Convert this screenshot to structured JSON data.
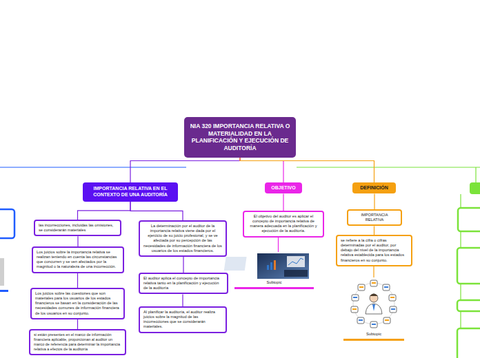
{
  "diagram": {
    "nodes": [
      {
        "text": [
          "NIA 320 IMPORTANCIA RELATIVA O MATERIALIDAD EN LA PLANIFICACIÓN Y EJECUCIÓN DE AUDITORÍA"
        ]
      },
      {
        "text": [
          "IMPORTANCIA RELATIVA EN EL CONTEXTO DE UNA AUDITORÍA"
        ]
      },
      {
        "text": [
          "las incorrecciones, incluidas las omisiones, se considerarán materiales"
        ]
      },
      {
        "text": [
          "Los juicios sobre la importancia relativa se realizan teniendo en cuenta las circunstancias que concurren y se ven afectados por la magnitud o la naturaleza de una incorrección."
        ]
      },
      {
        "text": [
          "Los juicios sobre las cuestiones que son materiales para los usuarios de los estados financieros se basan en la consideración de las necesidades comunes de información financiera de los usuarios en su conjunto."
        ]
      },
      {
        "text": [
          "si están presentes en el marco de información financiera aplicable, proporcionan al auditor un marco de referencia para determinar la importancia relativa a efectos de la auditoría"
        ]
      },
      {
        "text": [
          "La determinación por el auditor de la importancia relativa viene dada por el ejercicio de su juicio profesional, y se ve afectada por su percepción de las necesidades de información financiera de los usuarios de los estados financieros."
        ]
      },
      {
        "text": [
          "El auditor aplica el concepto de importancia relativa tanto en la planificación y ejecución de la auditoría"
        ]
      },
      {
        "text": [
          "Al planificar la auditoría, el auditor realiza juicios sobre la magnitud de las incorrecciones que se considerarán materiales."
        ]
      },
      {
        "text": [
          "OBJETIVO"
        ]
      },
      {
        "text": [
          "El objetivo del auditor es aplicar el concepto de importancia relativa de manera adecuada en la planificación y ejecución de la auditoría."
        ]
      },
      {
        "text": [
          "Subtopic"
        ]
      },
      {
        "text": [
          "DEFINICIÓN"
        ]
      },
      {
        "text": [
          "IMPORTANCIA RELATIVA"
        ]
      },
      {
        "text": [
          "se refiere a la cifra o cifras determinadas por el auditor, por debajo del nivel de la importancia relativa establecida para los estados financieros en su conjunto."
        ]
      },
      {
        "text": [
          "Subtopic"
        ]
      }
    ],
    "edges": [
      {
        "from": 0,
        "to": 1,
        "arrow": "none"
      },
      {
        "from": 1,
        "to": 2,
        "arrow": "none"
      },
      {
        "from": 2,
        "to": 3,
        "arrow": "none"
      },
      {
        "from": 3,
        "to": 4,
        "arrow": "none"
      },
      {
        "from": 4,
        "to": 5,
        "arrow": "none"
      },
      {
        "from": 1,
        "to": 6,
        "arrow": "none"
      },
      {
        "from": 6,
        "to": 7,
        "arrow": "none"
      },
      {
        "from": 7,
        "to": 8,
        "arrow": "none"
      },
      {
        "from": 0,
        "to": 9,
        "arrow": "none"
      },
      {
        "from": 9,
        "to": 10,
        "arrow": "none"
      },
      {
        "from": 10,
        "to": 11,
        "arrow": "none"
      },
      {
        "from": 0,
        "to": 12,
        "arrow": "none"
      },
      {
        "from": 12,
        "to": 13,
        "arrow": "none"
      },
      {
        "from": 13,
        "to": 14,
        "arrow": "none"
      },
      {
        "from": 14,
        "to": 15,
        "arrow": "none"
      }
    ]
  }
}
